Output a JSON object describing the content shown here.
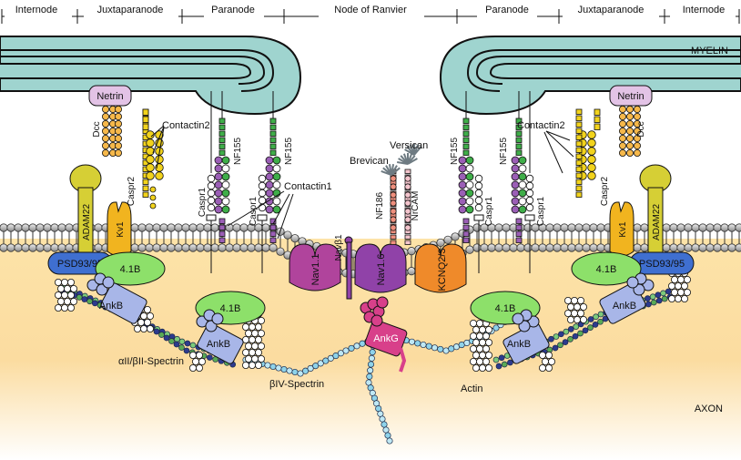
{
  "regions": {
    "internode_left": "Internode",
    "juxtaparanode_left": "Juxtaparanode",
    "paranode_left": "Paranode",
    "node": "Node of Ranvier",
    "paranode_right": "Paranode",
    "juxtaparanode_right": "Juxtaparanode",
    "internode_right": "Internode"
  },
  "compartments": {
    "myelin": "MYELIN",
    "axon": "AXON"
  },
  "molecules": {
    "netrin_left": "Netrin",
    "netrin_right": "Netrin",
    "dcc_left": "Dcc",
    "dcc_right": "Dcc",
    "caspr2_left": "Caspr2",
    "caspr2_right": "Caspr2",
    "contactin2_left": "Contactin2",
    "contactin2_right": "Contactin2",
    "nf155_l1": "NF155",
    "nf155_l2": "NF155",
    "nf155_r1": "NF155",
    "nf155_r2": "NF155",
    "caspr1_l1": "Caspr1",
    "caspr1_l2": "Caspr1",
    "caspr1_r1": "Caspr1",
    "caspr1_r2": "Caspr1",
    "contactin1": "Contactin1",
    "adam22_left": "ADAM22",
    "adam22_right": "ADAM22",
    "kv1_left": "Kv1",
    "kv1_right": "Kv1",
    "psd_left": "PSD93/95",
    "psd_right": "PSD93/95",
    "b41_jl": "4.1B",
    "b41_pl": "4.1B",
    "b41_pr": "4.1B",
    "b41_jr": "4.1B",
    "ankb_1": "AnkB",
    "ankb_2": "AnkB",
    "ankb_3": "AnkB",
    "ankb_4": "AnkB",
    "nav11": "Nav1.1",
    "nav16": "Nav1.6",
    "navb1": "Navβ1",
    "kcnq": "KCNQ2/3",
    "nf186": "NF186",
    "nrcam": "NrCAM",
    "brevican": "Brevican",
    "versican": "Versican",
    "ankg": "AnkG",
    "spectrin_a2b2": "αII/βII-Spectrin",
    "spectrin_b4": "βIV-Spectrin",
    "actin": "Actin"
  },
  "colors": {
    "myelin": "#9fd4cf",
    "axon": "#fbd89a",
    "netrin": "#e3c3e6",
    "dcc": "#f6b84a",
    "contactin": "#f2d31c",
    "caspr": "#9b5fb6",
    "nf155": "#3fae49",
    "kv1": "#f1b41f",
    "adam22": "#d6cf35",
    "psd": "#3f6fd0",
    "band41": "#8de06a",
    "ankb": "#a8b6e8",
    "nav11": "#b0449c",
    "nav16": "#9042a8",
    "kcnq": "#ef8a2a",
    "nf186": "#ef8f7d",
    "nrcam": "#f3c4cc",
    "ankg": "#d8408a",
    "spectrin_b4": "#8fd3ea",
    "spectrin_a2b2": "#2d3a8e"
  }
}
